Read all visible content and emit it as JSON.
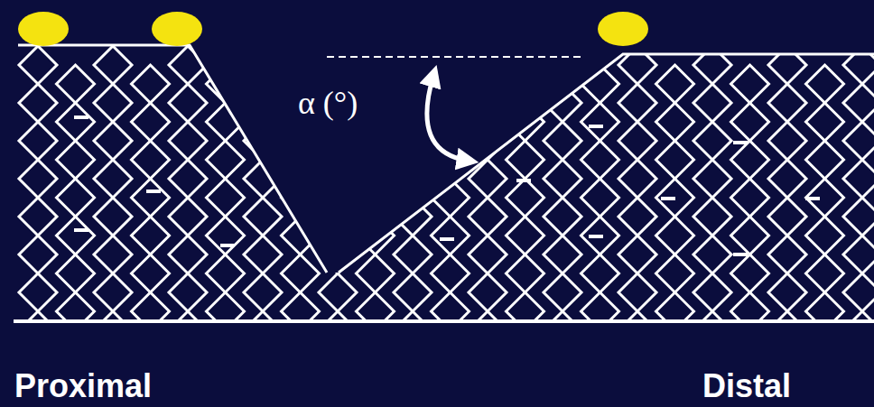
{
  "diagram": {
    "labels": [
      "α (°)",
      "Proximal",
      "Distal"
    ]
  }
}
